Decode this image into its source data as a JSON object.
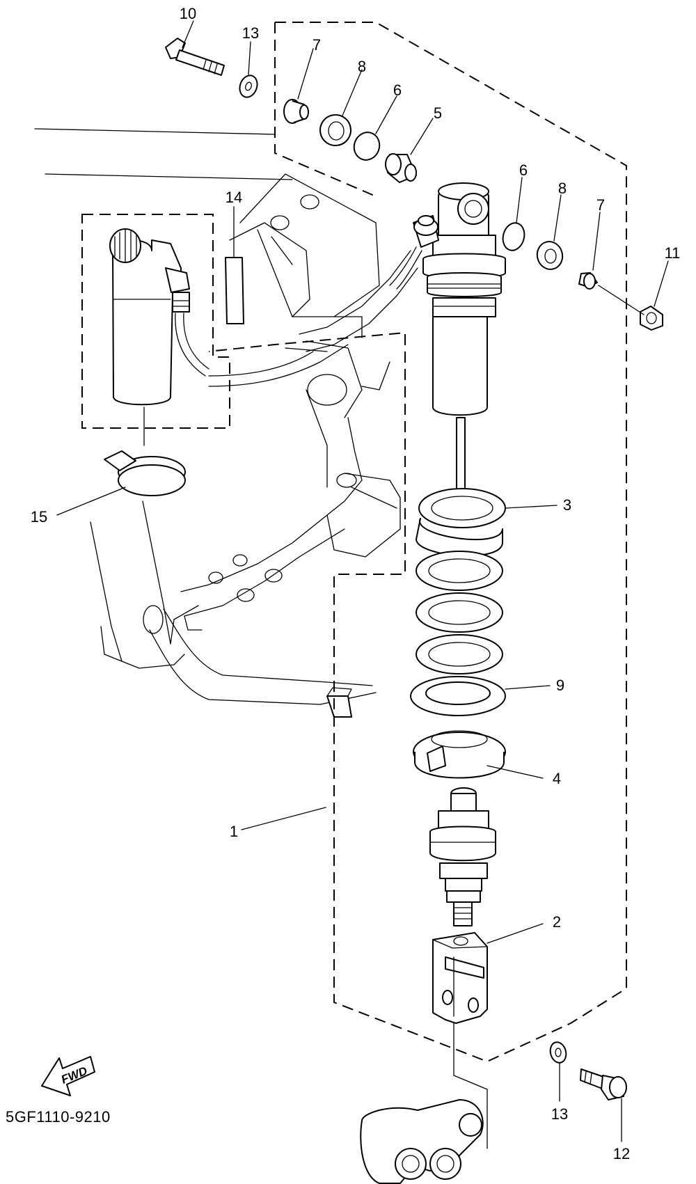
{
  "diagram": {
    "part_code": "5GF1110-9210",
    "direction_label": "FWD",
    "callouts": [
      "10",
      "13",
      "7",
      "8",
      "6",
      "5",
      "6",
      "8",
      "7",
      "11",
      "14",
      "3",
      "9",
      "4",
      "2",
      "1",
      "15",
      "13",
      "12"
    ]
  }
}
